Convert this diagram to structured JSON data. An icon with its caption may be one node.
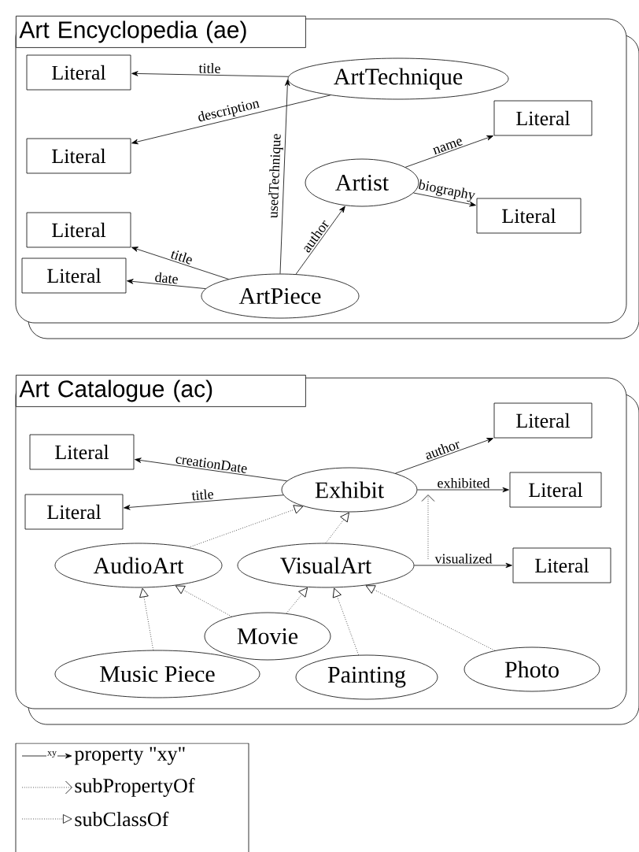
{
  "diagram": {
    "nodes": [
      {
        "text": [
          "Art Encyclopedia (ae)"
        ]
      },
      {
        "text": [
          "Literal"
        ],
        "in": 0
      },
      {
        "text": [
          "ArtTechnique"
        ],
        "in": 0
      },
      {
        "text": [
          "Literal"
        ],
        "in": 0
      },
      {
        "text": [
          "Literal"
        ],
        "in": 0
      },
      {
        "text": [
          "Artist"
        ],
        "in": 0
      },
      {
        "text": [
          "Literal"
        ],
        "in": 0
      },
      {
        "text": [
          "Literal"
        ],
        "in": 0
      },
      {
        "text": [
          "Literal"
        ],
        "in": 0
      },
      {
        "text": [
          "ArtPiece"
        ],
        "in": 0
      },
      {
        "text": [
          "Art Catalogue (ac)"
        ]
      },
      {
        "text": [
          "Literal"
        ],
        "in": 10
      },
      {
        "text": [
          "Literal"
        ],
        "in": 10
      },
      {
        "text": [
          "Literal"
        ],
        "in": 10
      },
      {
        "text": [
          "Exhibit"
        ],
        "in": 10
      },
      {
        "text": [
          "Literal"
        ],
        "in": 10
      },
      {
        "text": [
          "AudioArt"
        ],
        "in": 10
      },
      {
        "text": [
          "VisualArt"
        ],
        "in": 10
      },
      {
        "text": [
          "Literal"
        ],
        "in": 10
      },
      {
        "text": [
          "Movie"
        ],
        "in": 10
      },
      {
        "text": [
          "Music Piece"
        ],
        "in": 10
      },
      {
        "text": [
          "Painting"
        ],
        "in": 10
      },
      {
        "text": [
          "Photo"
        ],
        "in": 10
      }
    ],
    "edges": [
      {
        "from": 2,
        "to": 1,
        "arrow": "to",
        "label": "title"
      },
      {
        "from": 2,
        "to": 3,
        "arrow": "to",
        "label": "description"
      },
      {
        "from": 9,
        "to": 2,
        "arrow": "to",
        "label": "usedTechnique"
      },
      {
        "from": 9,
        "to": 5,
        "arrow": "to",
        "label": "author"
      },
      {
        "from": 5,
        "to": 4,
        "arrow": "to",
        "label": "name"
      },
      {
        "from": 5,
        "to": 6,
        "arrow": "to",
        "label": "biography"
      },
      {
        "from": 9,
        "to": 7,
        "arrow": "to",
        "label": "title"
      },
      {
        "from": 9,
        "to": 8,
        "arrow": "to",
        "label": "date"
      },
      {
        "from": 14,
        "to": 11,
        "arrow": "to",
        "label": "creationDate"
      },
      {
        "from": 14,
        "to": 12,
        "arrow": "to",
        "label": "title"
      },
      {
        "from": 14,
        "to": 13,
        "arrow": "to",
        "label": "author"
      },
      {
        "from": 14,
        "to": 15,
        "arrow": "to",
        "label": "exhibited"
      },
      {
        "from": 17,
        "to": 18,
        "arrow": "to",
        "label": "visualized"
      },
      {
        "from": 16,
        "to": 14,
        "arrow": "to",
        "style": "dashed"
      },
      {
        "from": 17,
        "to": 14,
        "arrow": "to",
        "style": "dashed"
      },
      {
        "from": 20,
        "to": 16,
        "arrow": "to",
        "style": "dashed"
      },
      {
        "from": 19,
        "to": 16,
        "arrow": "to",
        "style": "dashed"
      },
      {
        "from": 19,
        "to": 17,
        "arrow": "to",
        "style": "dashed"
      },
      {
        "from": 21,
        "to": 17,
        "arrow": "to",
        "style": "dashed"
      },
      {
        "from": 22,
        "to": 17,
        "arrow": "to",
        "style": "dashed"
      }
    ],
    "labels": [
      "xy"
    ],
    "legend": [
      {
        "text": "property \"xy\""
      },
      {
        "text": "subPropertyOf"
      },
      {
        "text": "subClassOf"
      }
    ]
  }
}
